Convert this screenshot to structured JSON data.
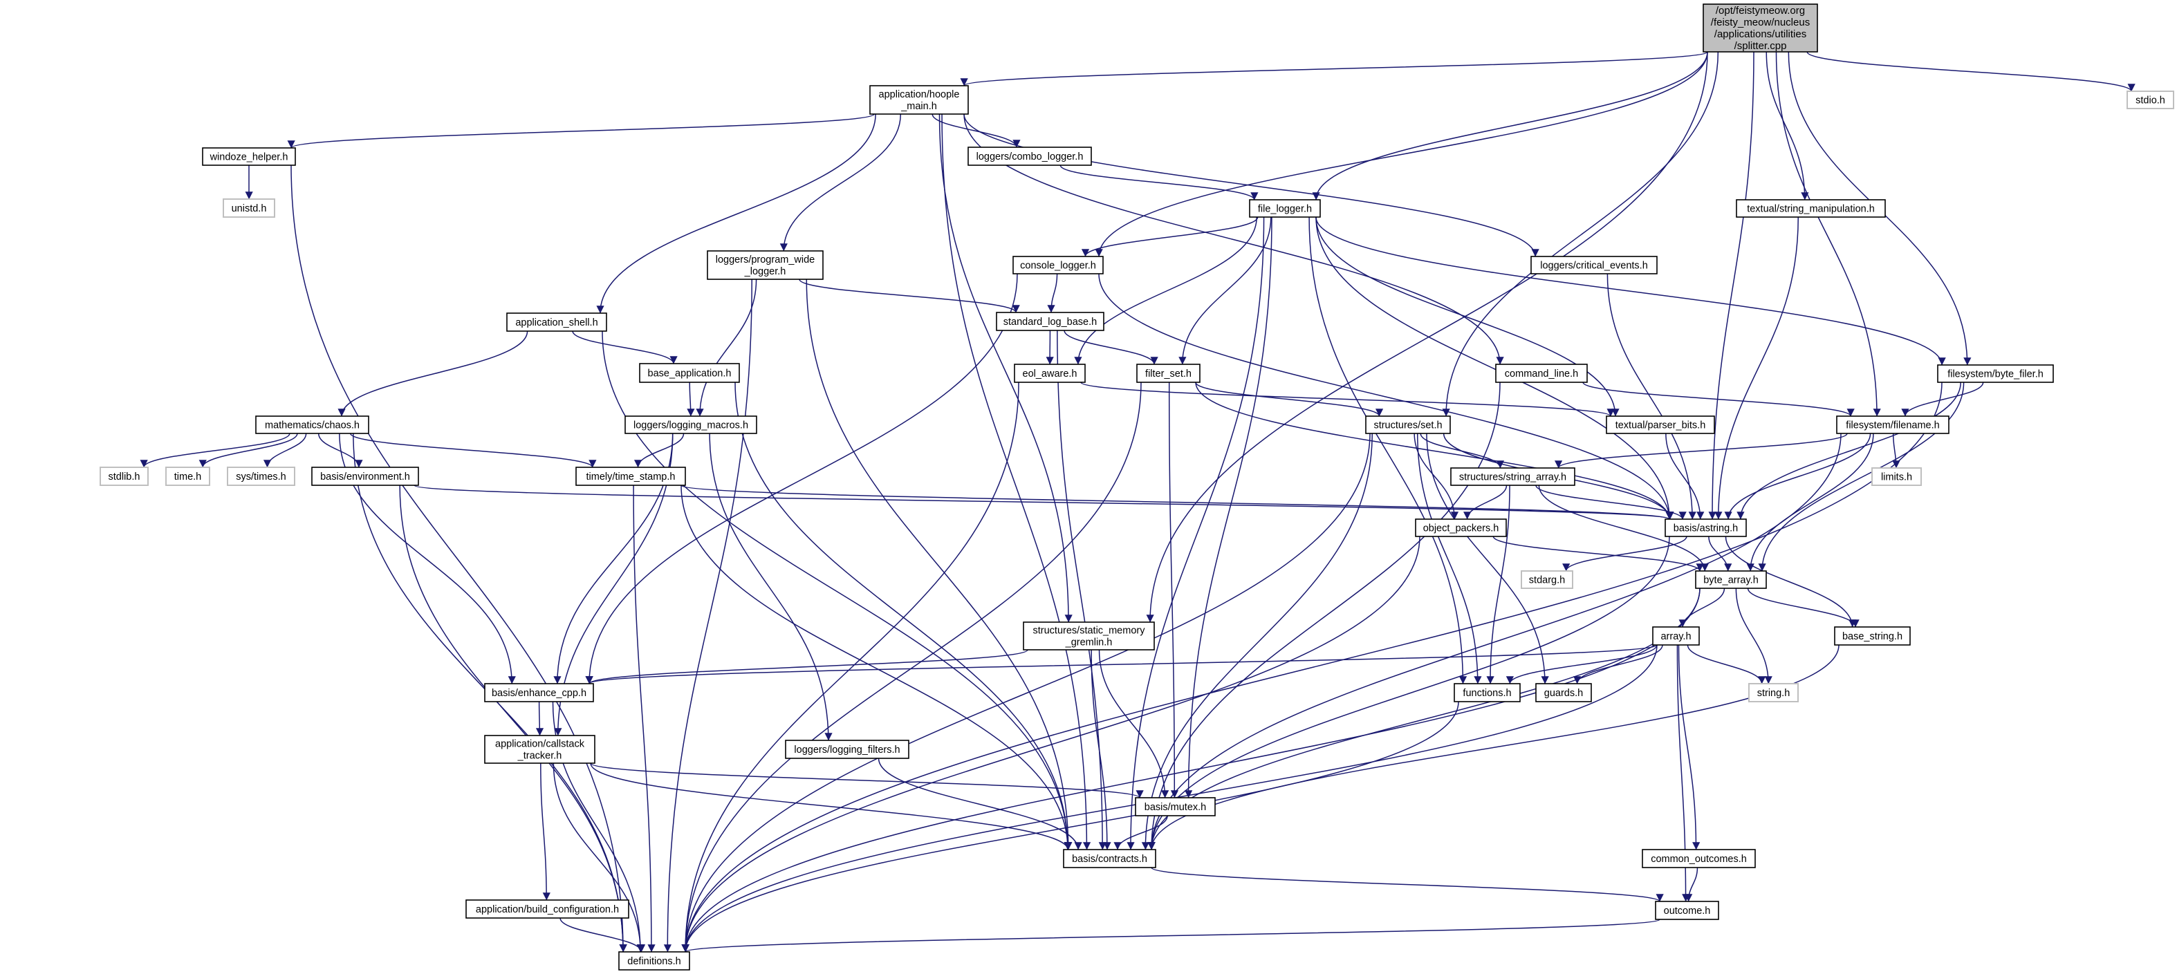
{
  "colors": {
    "edge": "#191970",
    "node_border": "#000000",
    "external_border": "#bfbfbf",
    "root_fill": "#bfbfbf",
    "node_fill": "#ffffff"
  },
  "nodes": [
    {
      "lines": [
        "/opt/feistymeow.org",
        "/feisty_meow/nucleus",
        "/applications/utilities",
        "/splitter.cpp"
      ],
      "root": true
    },
    {
      "lines": [
        "application/hoople",
        "_main.h"
      ]
    },
    {
      "lines": [
        "windoze_helper.h"
      ]
    },
    {
      "lines": [
        "unistd.h"
      ],
      "external": true
    },
    {
      "lines": [
        "loggers/combo_logger.h"
      ]
    },
    {
      "lines": [
        "file_logger.h"
      ]
    },
    {
      "lines": [
        "textual/string_manipulation.h"
      ]
    },
    {
      "lines": [
        "stdio.h"
      ],
      "external": true
    },
    {
      "lines": [
        "loggers/program_wide",
        "_logger.h"
      ]
    },
    {
      "lines": [
        "console_logger.h"
      ]
    },
    {
      "lines": [
        "loggers/critical_events.h"
      ]
    },
    {
      "lines": [
        "application_shell.h"
      ]
    },
    {
      "lines": [
        "standard_log_base.h"
      ]
    },
    {
      "lines": [
        "command_line.h"
      ]
    },
    {
      "lines": [
        "filesystem/byte_filer.h"
      ]
    },
    {
      "lines": [
        "base_application.h"
      ]
    },
    {
      "lines": [
        "eol_aware.h"
      ]
    },
    {
      "lines": [
        "filter_set.h"
      ]
    },
    {
      "lines": [
        "mathematics/chaos.h"
      ]
    },
    {
      "lines": [
        "loggers/logging_macros.h"
      ]
    },
    {
      "lines": [
        "textual/parser_bits.h"
      ]
    },
    {
      "lines": [
        "structures/set.h"
      ]
    },
    {
      "lines": [
        "filesystem/filename.h"
      ]
    },
    {
      "lines": [
        "stdlib.h"
      ],
      "external": true
    },
    {
      "lines": [
        "time.h"
      ],
      "external": true
    },
    {
      "lines": [
        "sys/times.h"
      ],
      "external": true
    },
    {
      "lines": [
        "basis/environment.h"
      ]
    },
    {
      "lines": [
        "timely/time_stamp.h"
      ]
    },
    {
      "lines": [
        "structures/string_array.h"
      ]
    },
    {
      "lines": [
        "limits.h"
      ],
      "external": true
    },
    {
      "lines": [
        "basis/astring.h"
      ]
    },
    {
      "lines": [
        "object_packers.h"
      ]
    },
    {
      "lines": [
        "stdarg.h"
      ],
      "external": true
    },
    {
      "lines": [
        "byte_array.h"
      ]
    },
    {
      "lines": [
        "array.h"
      ]
    },
    {
      "lines": [
        "base_string.h"
      ]
    },
    {
      "lines": [
        "structures/static_memory",
        "_gremlin.h"
      ]
    },
    {
      "lines": [
        "basis/enhance_cpp.h"
      ]
    },
    {
      "lines": [
        "functions.h"
      ]
    },
    {
      "lines": [
        "guards.h"
      ]
    },
    {
      "lines": [
        "string.h"
      ],
      "external": true
    },
    {
      "lines": [
        "application/callstack",
        "_tracker.h"
      ]
    },
    {
      "lines": [
        "loggers/logging_filters.h"
      ]
    },
    {
      "lines": [
        "basis/mutex.h"
      ]
    },
    {
      "lines": [
        "basis/contracts.h"
      ]
    },
    {
      "lines": [
        "common_outcomes.h"
      ]
    },
    {
      "lines": [
        "application/build_configuration.h"
      ]
    },
    {
      "lines": [
        "outcome.h"
      ]
    },
    {
      "lines": [
        "definitions.h"
      ]
    }
  ],
  "edges": [
    [
      0,
      1
    ],
    [
      0,
      9
    ],
    [
      0,
      5
    ],
    [
      0,
      36
    ],
    [
      0,
      21
    ],
    [
      0,
      6
    ],
    [
      0,
      22
    ],
    [
      0,
      14
    ],
    [
      0,
      30
    ],
    [
      0,
      7
    ],
    [
      1,
      2
    ],
    [
      1,
      4
    ],
    [
      1,
      8
    ],
    [
      1,
      11
    ],
    [
      1,
      44
    ],
    [
      1,
      36
    ],
    [
      1,
      10
    ],
    [
      1,
      13
    ],
    [
      2,
      3
    ],
    [
      2,
      48
    ],
    [
      4,
      5
    ],
    [
      5,
      9
    ],
    [
      5,
      16
    ],
    [
      5,
      17
    ],
    [
      5,
      43
    ],
    [
      5,
      44
    ],
    [
      5,
      38
    ],
    [
      5,
      20
    ],
    [
      5,
      30
    ],
    [
      5,
      14
    ],
    [
      10,
      30
    ],
    [
      6,
      30
    ],
    [
      8,
      48
    ],
    [
      8,
      12
    ],
    [
      8,
      19
    ],
    [
      8,
      44
    ],
    [
      9,
      12
    ],
    [
      9,
      37
    ],
    [
      9,
      30
    ],
    [
      11,
      18
    ],
    [
      11,
      15
    ],
    [
      11,
      44
    ],
    [
      12,
      16
    ],
    [
      12,
      17
    ],
    [
      12,
      44
    ],
    [
      13,
      22
    ],
    [
      13,
      44
    ],
    [
      14,
      22
    ],
    [
      14,
      30
    ],
    [
      14,
      33
    ],
    [
      14,
      48
    ],
    [
      15,
      19
    ],
    [
      15,
      44
    ],
    [
      16,
      20
    ],
    [
      16,
      48
    ],
    [
      17,
      21
    ],
    [
      17,
      43
    ],
    [
      17,
      48
    ],
    [
      17,
      30
    ],
    [
      18,
      23
    ],
    [
      18,
      24
    ],
    [
      18,
      25
    ],
    [
      18,
      26
    ],
    [
      18,
      27
    ],
    [
      18,
      37
    ],
    [
      18,
      48
    ],
    [
      19,
      27
    ],
    [
      19,
      37
    ],
    [
      19,
      41
    ],
    [
      19,
      42
    ],
    [
      20,
      30
    ],
    [
      21,
      28
    ],
    [
      21,
      31
    ],
    [
      21,
      30
    ],
    [
      21,
      39
    ],
    [
      21,
      44
    ],
    [
      21,
      38
    ],
    [
      21,
      48
    ],
    [
      22,
      28
    ],
    [
      22,
      29
    ],
    [
      22,
      30
    ],
    [
      22,
      33
    ],
    [
      22,
      44
    ],
    [
      26,
      30
    ],
    [
      26,
      48
    ],
    [
      27,
      30
    ],
    [
      27,
      44
    ],
    [
      27,
      48
    ],
    [
      28,
      31
    ],
    [
      28,
      30
    ],
    [
      28,
      33
    ],
    [
      28,
      38
    ],
    [
      31,
      33
    ],
    [
      31,
      48
    ],
    [
      30,
      32
    ],
    [
      30,
      33
    ],
    [
      30,
      35
    ],
    [
      30,
      44
    ],
    [
      33,
      34
    ],
    [
      33,
      35
    ],
    [
      33,
      40
    ],
    [
      33,
      44
    ],
    [
      33,
      48
    ],
    [
      34,
      37
    ],
    [
      34,
      38
    ],
    [
      34,
      39
    ],
    [
      34,
      40
    ],
    [
      34,
      45
    ],
    [
      34,
      47
    ],
    [
      34,
      48
    ],
    [
      35,
      44
    ],
    [
      36,
      37
    ],
    [
      36,
      43
    ],
    [
      36,
      44
    ],
    [
      37,
      41
    ],
    [
      37,
      48
    ],
    [
      41,
      43
    ],
    [
      41,
      44
    ],
    [
      41,
      46
    ],
    [
      41,
      48
    ],
    [
      42,
      44
    ],
    [
      43,
      44
    ],
    [
      38,
      48
    ],
    [
      45,
      47
    ],
    [
      44,
      47
    ],
    [
      47,
      48
    ],
    [
      46,
      48
    ]
  ]
}
